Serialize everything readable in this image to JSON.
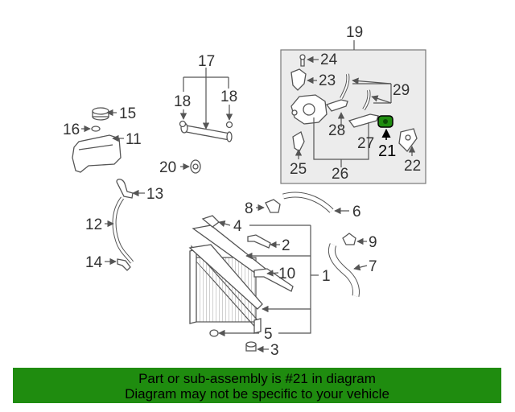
{
  "labels": {
    "l1": "1",
    "l2": "2",
    "l3": "3",
    "l4": "4",
    "l5": "5",
    "l6": "6",
    "l7": "7",
    "l8": "8",
    "l9": "9",
    "l10": "10",
    "l11": "11",
    "l12": "12",
    "l13": "13",
    "l14": "14",
    "l15": "15",
    "l16": "16",
    "l17": "17",
    "l18a": "18",
    "l18b": "18",
    "l19": "19",
    "l20": "20",
    "l21": "21",
    "l22": "22",
    "l23": "23",
    "l24": "24",
    "l25": "25",
    "l26": "26",
    "l27": "27",
    "l28": "28",
    "l29": "29"
  },
  "highlight_part": "21",
  "colors": {
    "banner": "#1f8c0f",
    "highlight": "#1f8c0f",
    "inset_bg": "#ececec"
  },
  "banner": {
    "line1": "Part or sub-assembly is #21 in diagram",
    "line2": "Diagram may not be specific to your vehicle"
  }
}
